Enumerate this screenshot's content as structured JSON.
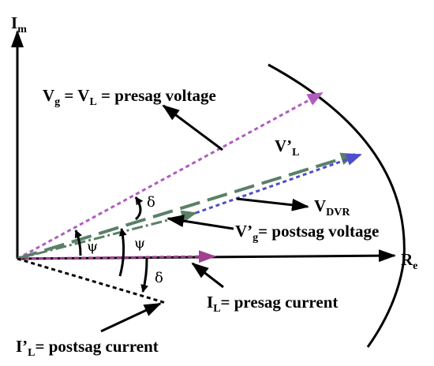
{
  "axes": {
    "imag_label": "I",
    "imag_sub": "m",
    "real_label": "R",
    "real_sub": "e"
  },
  "labels": {
    "vg_vl": {
      "a": "V",
      "a_sub": "g",
      "b": " = V",
      "b_sub": "L",
      "c": " = presag voltage"
    },
    "vl_prime": {
      "a": "V’",
      "a_sub": "L"
    },
    "vdvr": {
      "a": "V",
      "a_sub": "DVR"
    },
    "vg_prime": {
      "a": "V’",
      "a_sub": "g",
      "b": "= postsag voltage"
    },
    "il": {
      "a": "I",
      "a_sub": "L",
      "b": "= presag current"
    },
    "il_prime": {
      "a": "I’",
      "a_sub": "L",
      "b": "= postsag current"
    },
    "delta_top": "δ",
    "delta_bottom": "δ",
    "psi_left": "ψ",
    "psi_right": "ψ"
  },
  "colors": {
    "presag_voltage": "#b05cc0",
    "postsag_voltage": "#5a8068",
    "vdvr": "#4f4fc8",
    "current_presag": "#a04090",
    "axis": "#000000"
  }
}
